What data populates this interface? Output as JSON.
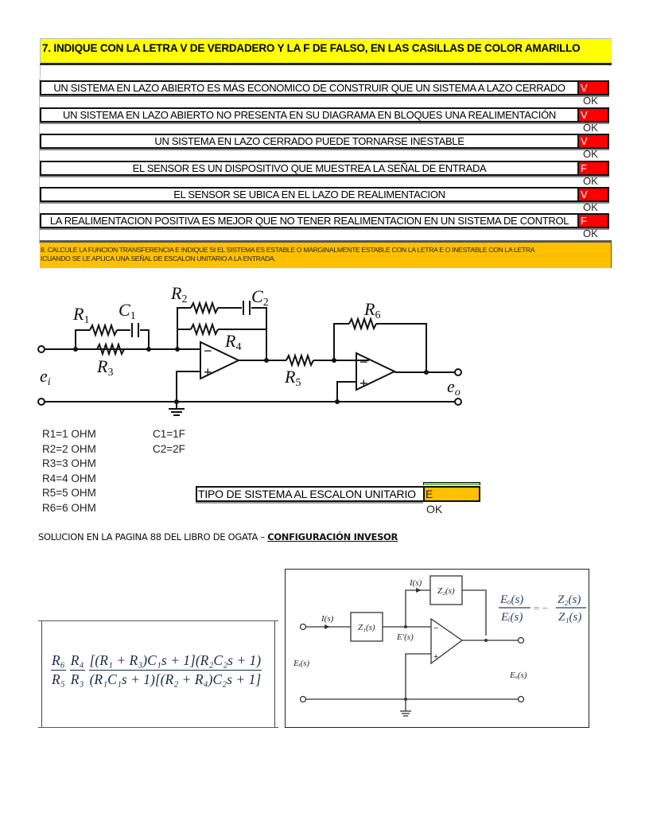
{
  "question7": {
    "title": "7. INDIQUE CON LA LETRA V DE VERDADERO Y LA F DE FALSO, EN LAS CASILLAS DE COLOR AMARILLO",
    "statements": [
      {
        "text": "UN SISTEMA EN LAZO ABIERTO ES MÁS ECONOMICO DE CONSTRUIR QUE UN SISTEMA A LAZO CERRADO",
        "answer": "V",
        "check": "OK"
      },
      {
        "text": "UN SISTEMA EN LAZO ABIERTO NO PRESENTA EN SU DIAGRAMA EN BLOQUES UNA REALIMENTACIÓN",
        "answer": "V",
        "check": "OK"
      },
      {
        "text": "UN SISTEMA EN LAZO CERRADO PUEDE TORNARSE INESTABLE",
        "answer": "V",
        "check": "OK"
      },
      {
        "text": "EL SENSOR ES UN DISPOSITIVO QUE MUESTREA LA SEÑAL DE ENTRADA",
        "answer": "F",
        "check": "OK"
      },
      {
        "text": "EL SENSOR SE UBICA EN EL LAZO DE REALIMENTACION",
        "answer": "V",
        "check": "OK"
      },
      {
        "text": "LA REALIMENTACION POSITIVA ES MEJOR QUE NO TENER REALIMENTACION EN UN SISTEMA DE CONTROL",
        "answer": "F",
        "check": "OK"
      }
    ]
  },
  "question8": {
    "line1": "8. CALCULE LA FUNCION TRANSFERENCIA E INDIQUE SI EL SISTEMA ES ESTABLE O MARGINALMENTE ESTABLE  CON LA LETRA E O INESTABLE CON LA LETRA",
    "line2": "ICUANDO SE LE APLICA UNA SEÑAL DE ESCALON UNITARIO A LA ENTRADA."
  },
  "circuit": {
    "labels": {
      "r1": "R",
      "r1sub": "1",
      "c1": "C",
      "c1sub": "1",
      "r2": "R",
      "r2sub": "2",
      "c2": "C",
      "c2sub": "2",
      "r3": "R",
      "r3sub": "3",
      "r4": "R",
      "r4sub": "4",
      "r5": "R",
      "r5sub": "5",
      "r6": "R",
      "r6sub": "6",
      "ei": "e",
      "eisub": "i",
      "eo": "e",
      "eosub": "o",
      "minus": "−",
      "plus": "+"
    }
  },
  "component_values": {
    "resistors": [
      "R1=1 OHM",
      "R2=2 OHM",
      "R3=3 OHM",
      "R4=4 OHM",
      "R5=5 OHM",
      "R6=6 OHM"
    ],
    "capacitors": [
      "C1=1F",
      "C2=2F"
    ]
  },
  "system_type": {
    "label": "TIPO DE SISTEMA AL ESCALON UNITARIO",
    "answer": "E",
    "check": "OK"
  },
  "solution_note": {
    "text": "SOLUCION EN LA PAGINA 88 DEL LIBRO DE OGATA – ",
    "emphasis": "CONFIGURACIÓN INVESOR"
  },
  "transfer_function": {
    "f1_num": "R₆",
    "f1_den": "R₅",
    "f2_num": "R₄",
    "f2_den": "R₃",
    "f3_num": "[(R₁ + R₃)C₁s + 1](R₂C₂s + 1)",
    "f3_den": "(R₁C₁s + 1)[(R₂ + R₄)C₂s + 1]"
  },
  "ogata_diagram": {
    "i_s_top": "I(s)",
    "i_s_left": "I(s)",
    "z1": "Z₁(s)",
    "z2": "Z₂(s)",
    "e_prime": "E′(s)",
    "ei": "Eᵢ(s)",
    "eo": "Eₒ(s)",
    "eq_lhs_num": "Eₒ(s)",
    "eq_lhs_den": "Eᵢ(s)",
    "eq_sign": "= −",
    "eq_rhs_num": "Z₂(s)",
    "eq_rhs_den": "Z₁(s)",
    "minus": "−",
    "plus": "+"
  },
  "colors": {
    "header_yellow": "#ffff00",
    "answer_red": "#ff0000",
    "q8_orange": "#ffc000",
    "green_strip": "#7fce5a"
  }
}
